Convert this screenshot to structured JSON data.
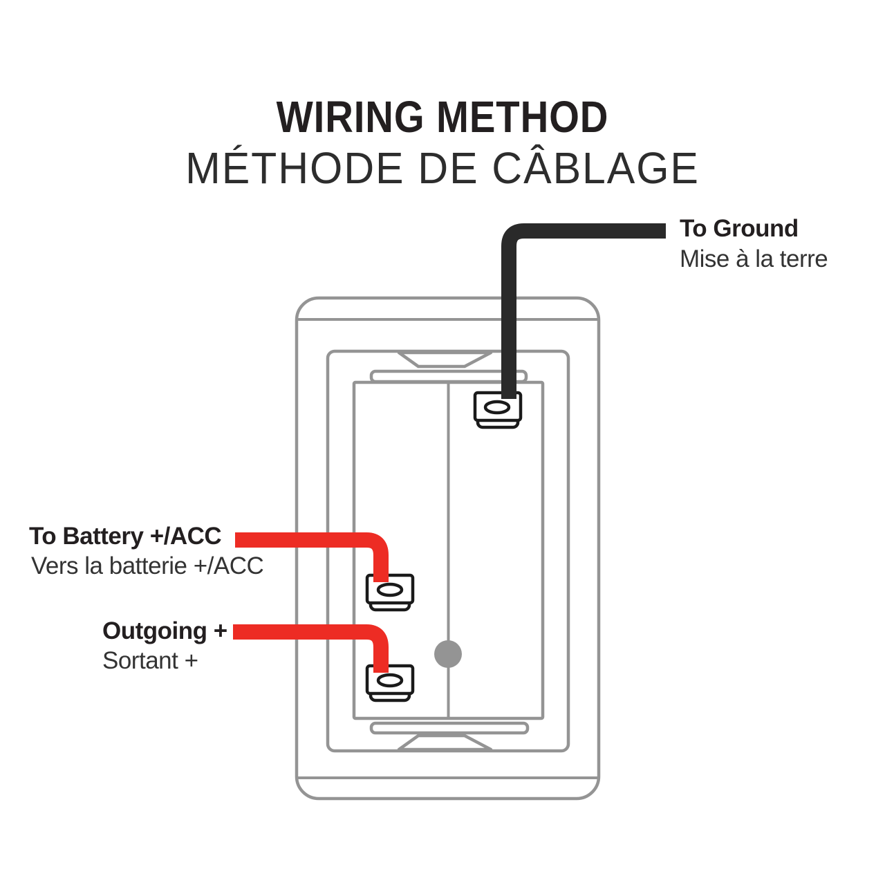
{
  "title": {
    "line1": "WIRING METHOD",
    "line2": "MÉTHODE DE CÂBLAGE"
  },
  "labels": {
    "ground": {
      "en": "To Ground",
      "fr": "Mise à la terre"
    },
    "battery": {
      "en": "To Battery +/ACC",
      "fr": "Vers la batterie +/ACC"
    },
    "outgoing": {
      "en": "Outgoing +",
      "fr": "Sortant +"
    }
  },
  "colors": {
    "wire_ground": "#2a2a2a",
    "wire_positive": "#ed2c24",
    "outline_gray": "#949494",
    "terminal_black": "#1a1a1a",
    "text_dark": "#231f20"
  },
  "diagram": {
    "type": "wiring-diagram",
    "terminals": [
      {
        "id": "ground",
        "position": "top-right",
        "wire": "black",
        "wire_color": "#2a2a2a",
        "label_en": "To Ground",
        "label_fr": "Mise à la terre"
      },
      {
        "id": "battery",
        "position": "middle-left",
        "wire": "red",
        "wire_color": "#ed2c24",
        "label_en": "To Battery +/ACC",
        "label_fr": "Vers la batterie +/ACC"
      },
      {
        "id": "outgoing",
        "position": "bottom-left",
        "wire": "red",
        "wire_color": "#ed2c24",
        "label_en": "Outgoing +",
        "label_fr": "Sortant +"
      }
    ]
  }
}
